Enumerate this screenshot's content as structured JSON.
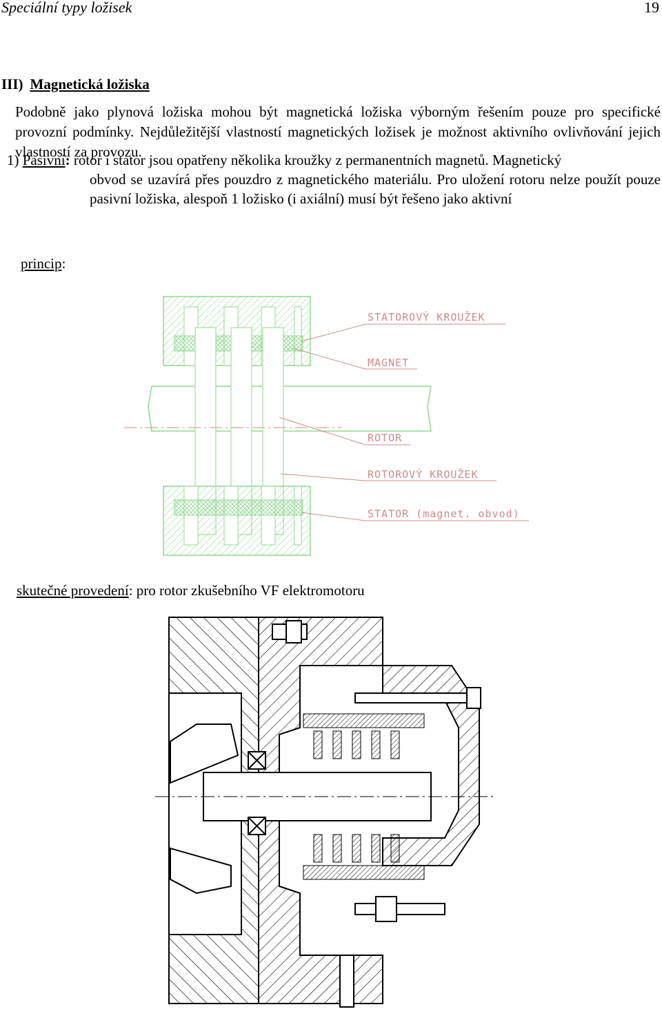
{
  "header": {
    "title": "Speciální typy ložisek",
    "page_number": "19"
  },
  "section": {
    "number": "III)",
    "title": "Magnetická ložiska"
  },
  "intro": "Podobně jako plynová ložiska mohou být magnetická ložiska výborným řešením pouze pro specifické provozní podmínky. Nejdůležitější vlastností magnetických ložisek je možnost aktivního ovlivňování jejich vlastností za provozu.",
  "passive": {
    "number": "1)",
    "label": "Pasivní",
    "colon": ":",
    "line1": "rotor i stator jsou opatřeny několika kroužky z permanentních magnetů. Magnetický",
    "rest": "obvod se uzavírá přes pouzdro z magnetického materiálu. Pro uložení rotoru nelze použít pouze pasivní ložiska, alespoň 1 ložisko (i axiální) musí být řešeno jako aktivní"
  },
  "principle": {
    "label": "princip",
    "colon": ":"
  },
  "figure1": {
    "labels": {
      "stator_ring": "STATOROVÝ KROUŽEK",
      "magnet": "MAGNET",
      "rotor": "ROTOR",
      "rotor_ring": "ROTOROVÝ KROUŽEK",
      "stator": "STATOR (magnet. obvod)"
    },
    "colors": {
      "outline": "#8fd88f",
      "fill": "#c8f0c8",
      "label": "#d08a8a",
      "centerline": "#d08a8a"
    }
  },
  "real_design": {
    "label": "skutečné provedení",
    "rest": ": pro rotor zkušebního VF elektromotoru"
  }
}
